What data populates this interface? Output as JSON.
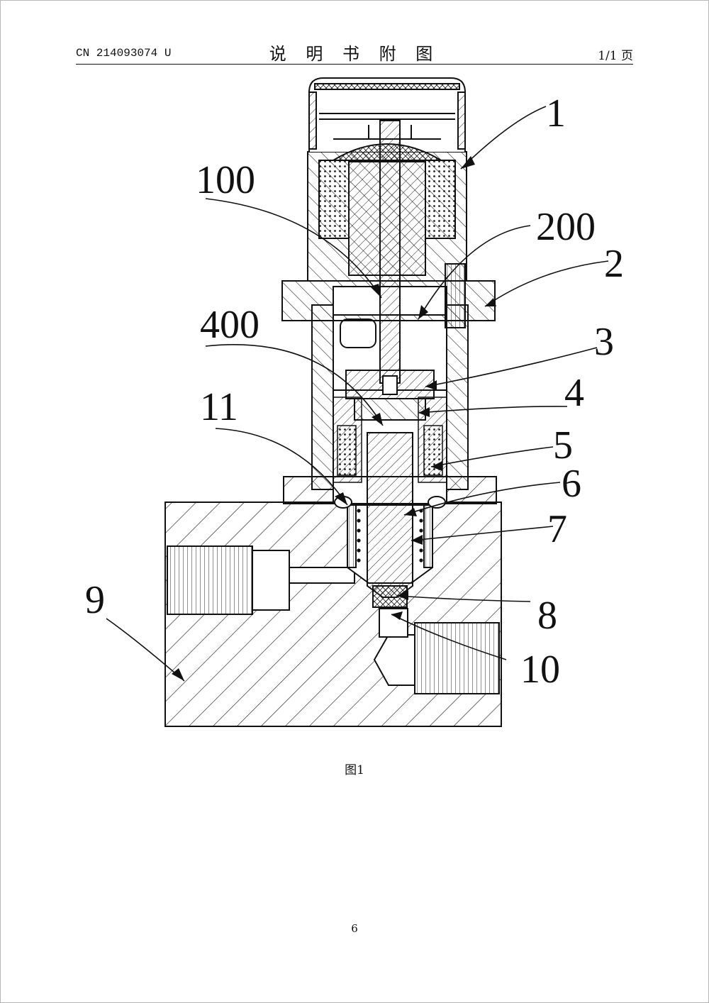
{
  "header": {
    "patent_number": "CN 214093074 U",
    "title": "说 明 书 附 图",
    "page_count": "1/1 页"
  },
  "figure": {
    "caption": "图1",
    "callouts": [
      "1",
      "100",
      "200",
      "2",
      "400",
      "3",
      "4",
      "11",
      "5",
      "6",
      "7",
      "9",
      "8",
      "10"
    ]
  },
  "footer": {
    "page_number": "6"
  }
}
